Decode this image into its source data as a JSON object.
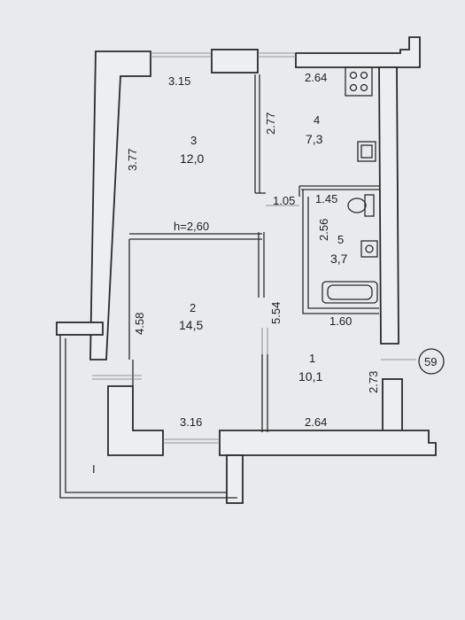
{
  "plan": {
    "rooms": [
      {
        "number": "1",
        "area": "10,1"
      },
      {
        "number": "2",
        "area": "14,5"
      },
      {
        "number": "3",
        "area": "12,0"
      },
      {
        "number": "4",
        "area": "7,3"
      },
      {
        "number": "5",
        "area": "3,7"
      }
    ],
    "dimensions": {
      "top_left": "3.15",
      "top_right": "2.64",
      "room3_height": "3.77",
      "room4_height": "2.77",
      "corridor_width": "1.05",
      "bath_width_top": "1.45",
      "bath_height": "2.56",
      "bath_width_bottom": "1.60",
      "ceiling_height": "h=2,60",
      "room2_height": "4.58",
      "corridor_length": "5.54",
      "room1_height": "2.73",
      "bottom_left": "3.16",
      "bottom_right": "2.64"
    },
    "unit_number": "59",
    "balcony_mark": "I"
  }
}
